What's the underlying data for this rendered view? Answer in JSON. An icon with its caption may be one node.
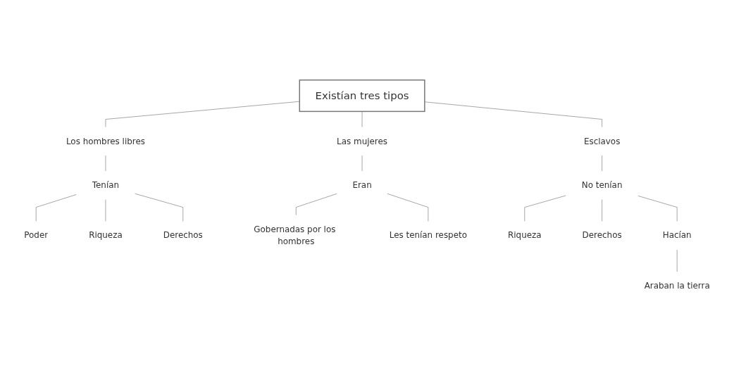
{
  "diagram": {
    "nodes": [
      {
        "text": [
          "Existían tres tipos"
        ]
      },
      {
        "text": [
          "Los hombres libres"
        ]
      },
      {
        "text": [
          "Tenían"
        ]
      },
      {
        "text": [
          "Poder"
        ]
      },
      {
        "text": [
          "Riqueza"
        ]
      },
      {
        "text": [
          "Derechos"
        ]
      },
      {
        "text": [
          "Las mujeres"
        ]
      },
      {
        "text": [
          "Eran"
        ]
      },
      {
        "text": [
          "Gobernadas por los hombres"
        ]
      },
      {
        "text": [
          "Les tenían respeto"
        ]
      },
      {
        "text": [
          "Esclavos"
        ]
      },
      {
        "text": [
          "No tenían"
        ]
      },
      {
        "text": [
          "Riqueza"
        ]
      },
      {
        "text": [
          "Derechos"
        ]
      },
      {
        "text": [
          "Hacían"
        ]
      },
      {
        "text": [
          "Araban la tierra"
        ]
      }
    ],
    "edges": [
      {
        "from": 0,
        "to": 1,
        "arrow": "none"
      },
      {
        "from": 0,
        "to": 6,
        "arrow": "none"
      },
      {
        "from": 0,
        "to": 10,
        "arrow": "none"
      },
      {
        "from": 1,
        "to": 2,
        "arrow": "none"
      },
      {
        "from": 2,
        "to": 3,
        "arrow": "none"
      },
      {
        "from": 2,
        "to": 4,
        "arrow": "none"
      },
      {
        "from": 2,
        "to": 5,
        "arrow": "none"
      },
      {
        "from": 6,
        "to": 7,
        "arrow": "none"
      },
      {
        "from": 7,
        "to": 8,
        "arrow": "none"
      },
      {
        "from": 7,
        "to": 9,
        "arrow": "none"
      },
      {
        "from": 10,
        "to": 11,
        "arrow": "none"
      },
      {
        "from": 11,
        "to": 12,
        "arrow": "none"
      },
      {
        "from": 11,
        "to": 13,
        "arrow": "none"
      },
      {
        "from": 11,
        "to": 14,
        "arrow": "none"
      },
      {
        "from": 14,
        "to": 15,
        "arrow": "none"
      }
    ]
  }
}
